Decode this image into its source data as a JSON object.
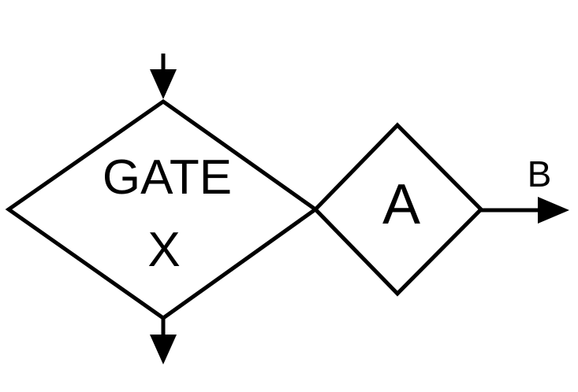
{
  "diagram": {
    "gate_line1": "GATE",
    "gate_line2": "X",
    "node_a": "A",
    "output_label": "B"
  },
  "colors": {
    "stroke": "#000000",
    "background": "#ffffff"
  }
}
